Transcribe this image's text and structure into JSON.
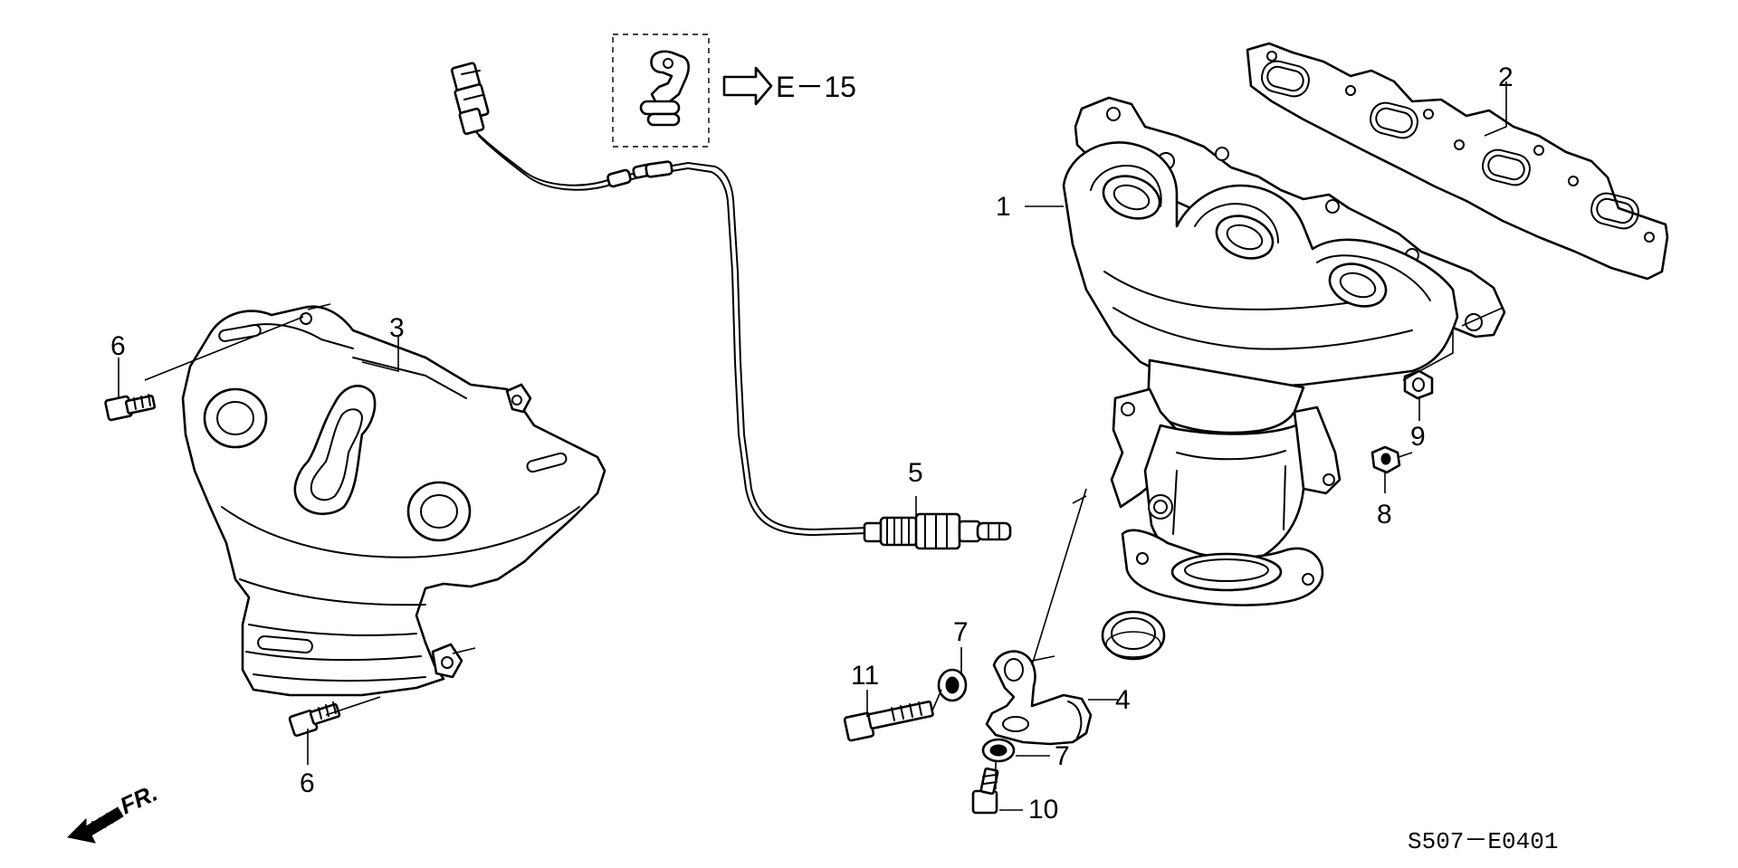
{
  "diagram": {
    "callouts": {
      "c1": "1",
      "c2": "2",
      "c3": "3",
      "c4": "4",
      "c5": "5",
      "c6a": "6",
      "c6b": "6",
      "c7a": "7",
      "c7b": "7",
      "c8": "8",
      "c9": "9",
      "c10": "10",
      "c11": "11"
    },
    "reference": "E－15",
    "front_label": "FR.",
    "drawing_code": "S507－E0401"
  }
}
